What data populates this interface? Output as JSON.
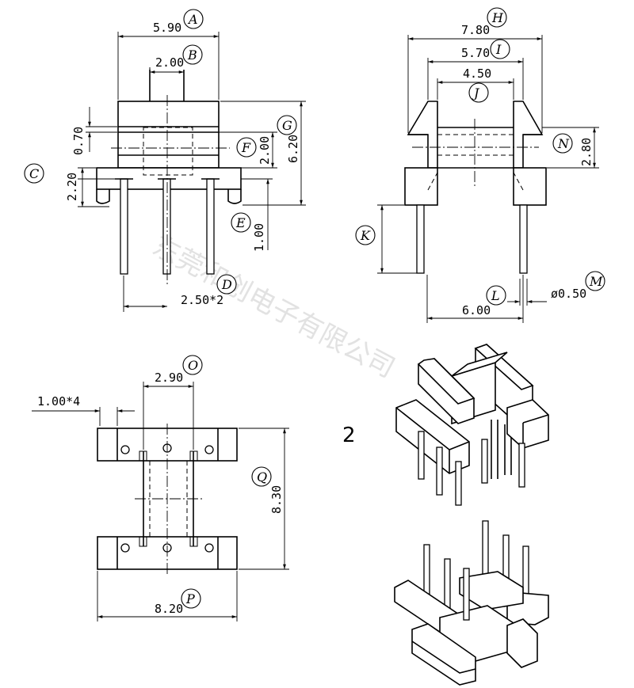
{
  "watermark": "东莞和创电子有限公司",
  "figure_number": "2",
  "front_view": {
    "dimensions": [
      {
        "letter": "A",
        "value": "5.90"
      },
      {
        "letter": "B",
        "value": "2.00"
      },
      {
        "letter": "C",
        "value": "2.20"
      },
      {
        "letter": "D",
        "value": "2.50*2"
      },
      {
        "letter": "E",
        "value": "1.00"
      },
      {
        "letter": "F",
        "value": "2.00"
      },
      {
        "letter": "G",
        "value": "6.20"
      }
    ],
    "unlabeled_value": "0.70"
  },
  "side_view": {
    "dimensions": [
      {
        "letter": "H",
        "value": "7.80"
      },
      {
        "letter": "I",
        "value": "5.70"
      },
      {
        "letter": "J",
        "value": "4.50"
      },
      {
        "letter": "K",
        "value": ""
      },
      {
        "letter": "L",
        "value": "6.00"
      },
      {
        "letter": "M",
        "value": "ø0.50"
      },
      {
        "letter": "N",
        "value": "2.80"
      }
    ]
  },
  "bottom_view": {
    "dimensions": [
      {
        "letter": "O",
        "value": "2.90"
      },
      {
        "letter": "P",
        "value": "8.20"
      },
      {
        "letter": "Q",
        "value": "8.30"
      }
    ],
    "unlabeled_value": "1.00*4"
  },
  "isometric_views": [
    "top-iso",
    "bottom-iso"
  ]
}
